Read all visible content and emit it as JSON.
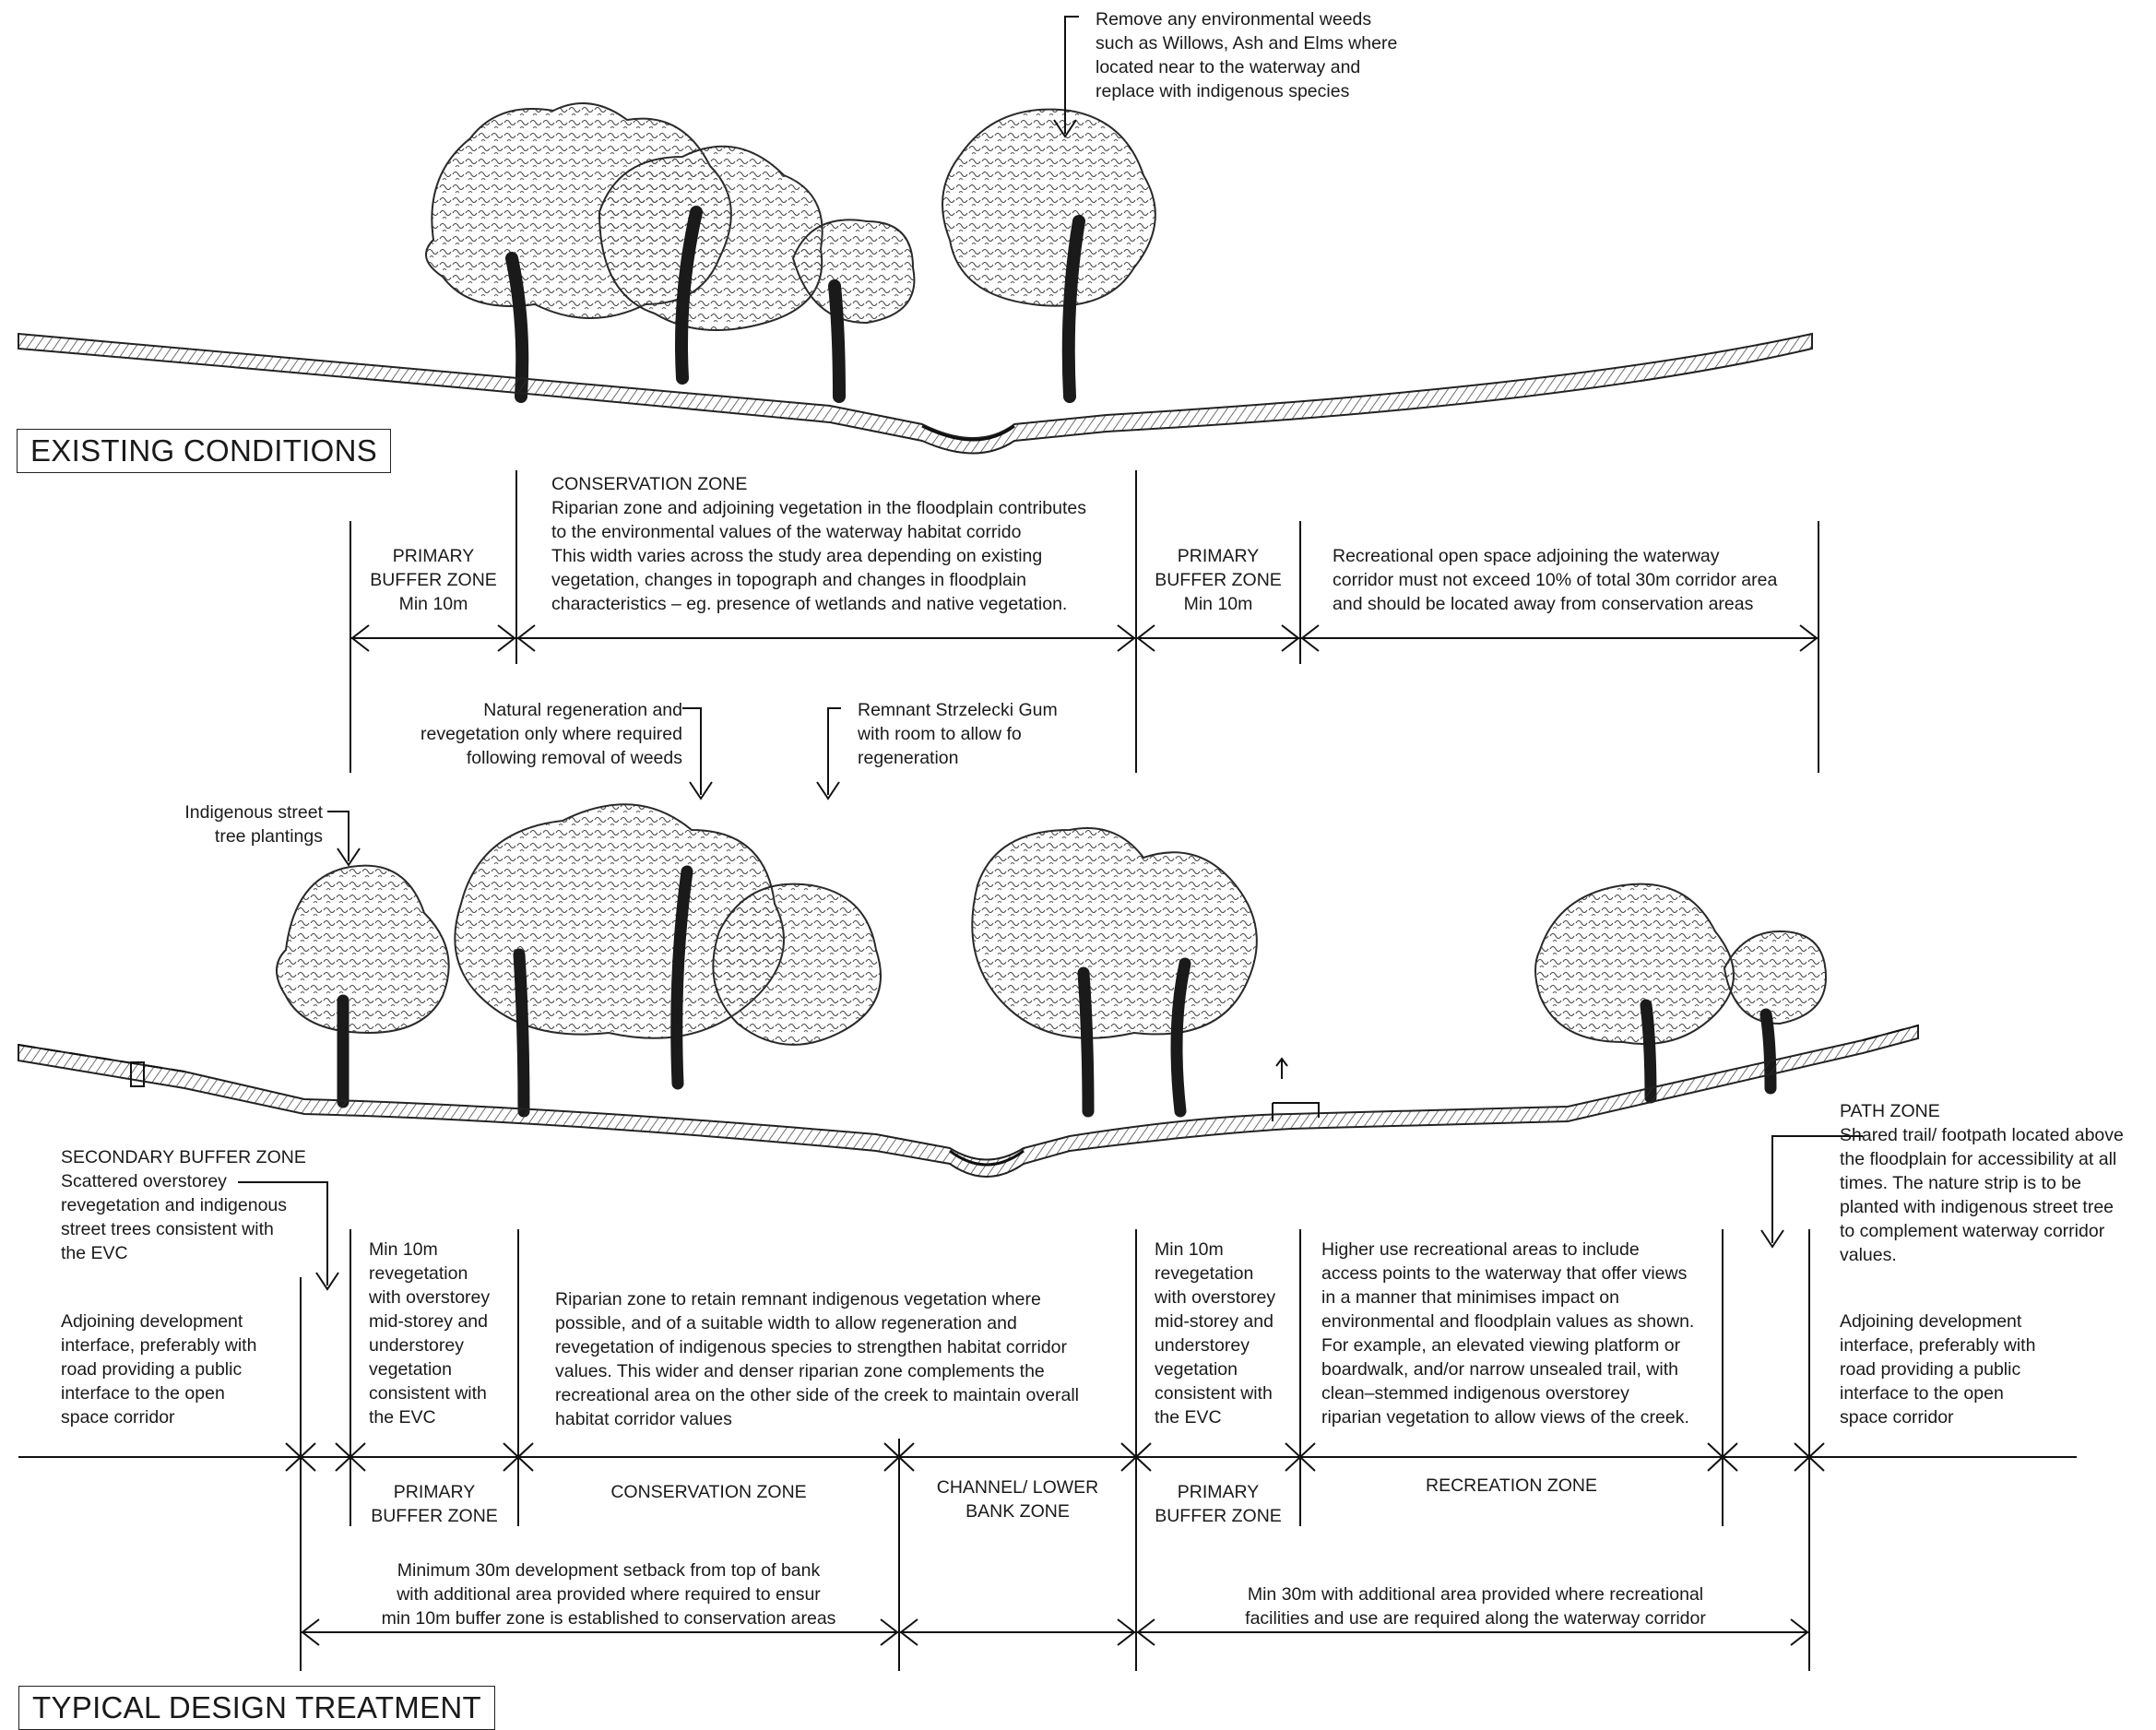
{
  "section_labels": {
    "existing": "EXISTING CONDITIONS",
    "typical": "TYPICAL DESIGN TREATMENT"
  },
  "existing": {
    "weeds_note": "Remove any environmental weeds\nsuch as Willows, Ash and Elms where\nlocated near to the waterway and\nreplace with indigenous species",
    "primary_buffer_left": "PRIMARY\nBUFFER ZONE\nMin 10m",
    "conservation_title": "CONSERVATION ZONE",
    "conservation_body": "Riparian zone and adjoining vegetation in the floodplain contributes\nto the environmental values of the waterway habitat corrido\nThis width varies across the study area depending on existing\nvegetation, changes in topograph and changes in floodplain\ncharacteristics – eg. presence of wetlands and native vegetation.",
    "primary_buffer_right": "PRIMARY\nBUFFER ZONE\nMin 10m",
    "recreation_note": "Recreational open space adjoining the waterway\ncorridor must not exceed 10% of total 30m corridor area\nand should be located away from conservation areas"
  },
  "typical": {
    "natural_regen": "Natural regeneration and\nrevegetation only  where required\nfollowing removal of weeds",
    "remnant_gum": "Remnant Strzelecki Gum\nwith room to allow fo\nregeneration",
    "street_tree": "Indigenous street\ntree plantings",
    "path_zone": "PATH ZONE\nShared trail/ footpath located above\nthe floodplain for accessibility at all\ntimes. The nature strip is to be\nplanted with indigenous street tree\nto complement waterway corridor\nvalues.",
    "secondary_buffer": "SECONDARY BUFFER ZONE\nScattered overstorey\nrevegetation and indigenous\nstreet trees consistent with\nthe EVC",
    "adjoining_left": "Adjoining development\ninterface, preferably with\nroad providing a public\ninterface to the open\nspace corridor",
    "min10_left": "Min 10m\nrevegetation\nwith overstorey\nmid-storey and\nunderstorey\nvegetation\nconsistent with\nthe EVC",
    "riparian": "Riparian zone to retain remnant indigenous vegetation where\npossible, and of a suitable width to allow regeneration and\nrevegetation of indigenous species to strengthen habitat corridor\nvalues. This wider and denser riparian zone complements the\nrecreational area on the other side of the creek to maintain overall\nhabitat corridor values",
    "min10_right": "Min 10m\nrevegetation\nwith overstorey\nmid-storey and\nunderstorey\nvegetation\nconsistent with\nthe EVC",
    "higher_use": "Higher use recreational areas to include\naccess points to the waterway that offer views\nin a manner that minimises impact on\nenvironmental and floodplain values as shown.\nFor example, an elevated viewing platform or\nboardwalk, and/or narrow unsealed trail, with\nclean–stemmed indigenous overstorey\nriparian vegetation to allow views of the creek.",
    "adjoining_right": "Adjoining development\ninterface, preferably with\nroad providing a public\ninterface to the open\nspace corridor",
    "zone_primary_left": "PRIMARY\nBUFFER ZONE",
    "zone_conservation": "CONSERVATION ZONE",
    "zone_channel": "CHANNEL/ LOWER\nBANK ZONE",
    "zone_primary_right": "PRIMARY\nBUFFER ZONE",
    "zone_recreation": "RECREATION ZONE",
    "setback_left": "Minimum 30m development setback from top of bank\nwith additional area provided where required to ensur\nmin 10m buffer zone is established to conservation areas",
    "setback_right": "Min 30m with additional area provided where recreational\nfacilities and use are required along the waterway corridor"
  }
}
